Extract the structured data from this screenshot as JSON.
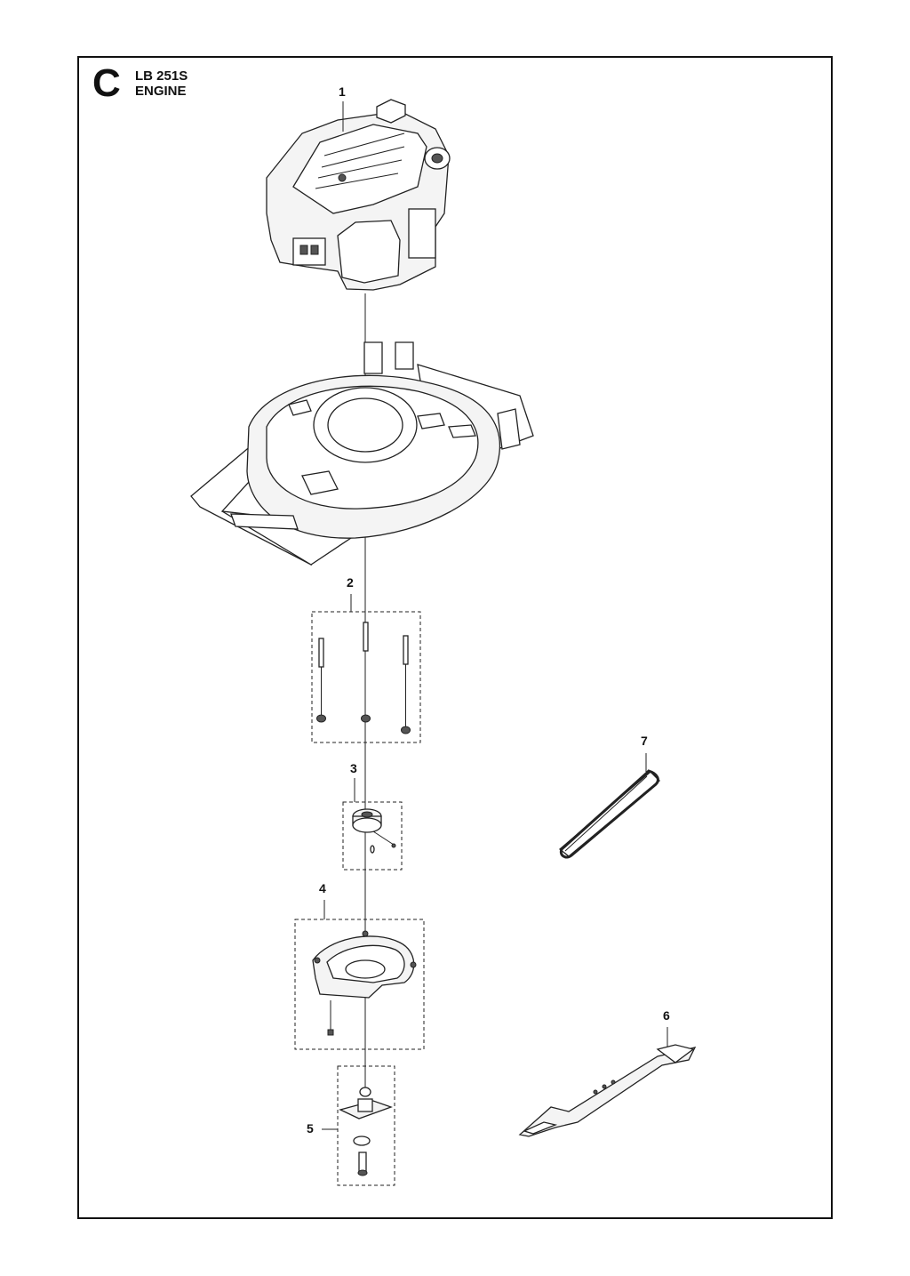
{
  "header": {
    "section_letter": "C",
    "model": "LB 251S",
    "group": "ENGINE"
  },
  "callouts": [
    {
      "id": "1",
      "label": "1"
    },
    {
      "id": "2",
      "label": "2"
    },
    {
      "id": "3",
      "label": "3"
    },
    {
      "id": "4",
      "label": "4"
    },
    {
      "id": "5",
      "label": "5"
    },
    {
      "id": "6",
      "label": "6"
    },
    {
      "id": "7",
      "label": "7"
    }
  ]
}
